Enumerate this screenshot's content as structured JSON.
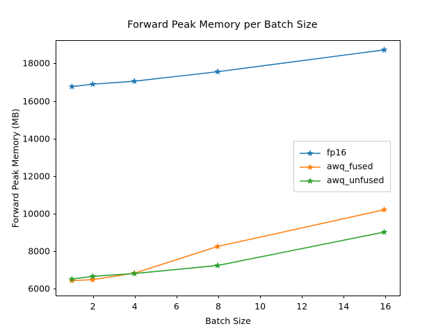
{
  "chart_data": {
    "type": "line",
    "title": "Forward Peak Memory per Batch Size",
    "xlabel": "Batch Size",
    "ylabel": "Forward Peak Memory (MB)",
    "x": [
      1,
      2,
      4,
      8,
      16
    ],
    "xlim": [
      0.25,
      16.75
    ],
    "ylim": [
      5550,
      19200
    ],
    "xticks": [
      2,
      4,
      6,
      8,
      10,
      12,
      14,
      16
    ],
    "yticks": [
      6000,
      8000,
      10000,
      12000,
      14000,
      16000,
      18000
    ],
    "xticklabels": [
      "2",
      "4",
      "6",
      "8",
      "10",
      "12",
      "14",
      "16"
    ],
    "yticklabels": [
      "6000",
      "8000",
      "10000",
      "12000",
      "14000",
      "16000",
      "18000"
    ],
    "grid": false,
    "legend_position": "center right",
    "marker": "star",
    "series": [
      {
        "name": "fp16",
        "color": "#1f77b4",
        "values": [
          16750,
          16880,
          17040,
          17550,
          18720
        ]
      },
      {
        "name": "awq_fused",
        "color": "#ff7f0e",
        "values": [
          6350,
          6400,
          6750,
          8180,
          10150
        ]
      },
      {
        "name": "awq_unfused",
        "color": "#2ca02c",
        "values": [
          6430,
          6580,
          6730,
          7160,
          8950
        ]
      }
    ]
  }
}
